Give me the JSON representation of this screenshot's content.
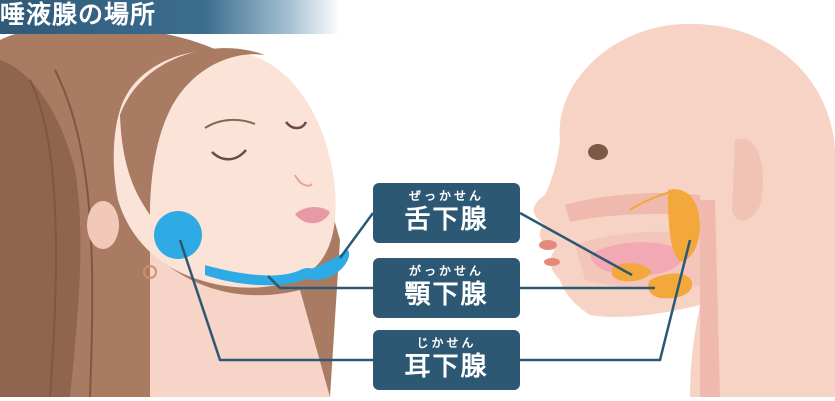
{
  "title": "唾液腺の場所",
  "labels": [
    {
      "ruby": "ぜっかせん",
      "name": "舌下腺"
    },
    {
      "ruby": "がっかせん",
      "name": "顎下腺"
    },
    {
      "ruby": "じかせん",
      "name": "耳下腺"
    }
  ],
  "colors": {
    "banner": "#2f5a78",
    "label_box": "#2c5874",
    "connector": "#2c5874",
    "gland_highlight_left": "#2eaae4",
    "gland_highlight_right": "#f2a83a",
    "hair": "#a97b63",
    "skin": "#fbe3d8",
    "profile_skin": "#f7d3c6"
  }
}
